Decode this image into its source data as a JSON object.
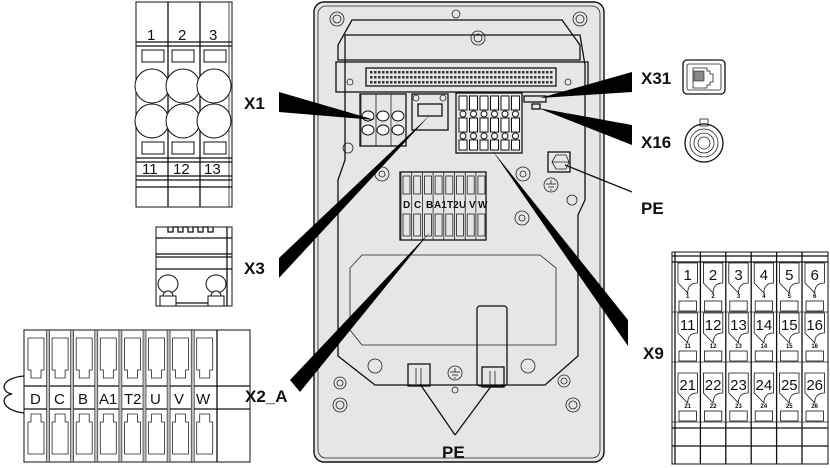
{
  "diagram": {
    "labels": {
      "x1": "X1",
      "x3": "X3",
      "x2a": "X2_A",
      "x31": "X31",
      "x16": "X16",
      "pe_right": "PE",
      "x9": "X9",
      "pe_bottom": "PE"
    },
    "x1_terminal": {
      "top_numbers": [
        "1",
        "2",
        "3"
      ],
      "bottom_numbers": [
        "11",
        "12",
        "13"
      ]
    },
    "x2a_terminal": {
      "pins": [
        "D",
        "C",
        "B",
        "A1",
        "T2",
        "U",
        "V",
        "W"
      ]
    },
    "x9_terminal": {
      "rows": [
        [
          "1",
          "2",
          "3",
          "4",
          "5",
          "6"
        ],
        [
          "11",
          "12",
          "13",
          "14",
          "15",
          "16"
        ],
        [
          "21",
          "22",
          "23",
          "24",
          "25",
          "26"
        ]
      ]
    },
    "device_inner_terminal": {
      "pins": [
        "D",
        "C",
        "B",
        "A1",
        "T2",
        "U",
        "V",
        "W"
      ]
    },
    "icons": {
      "x31": "rj-jack-icon",
      "x16": "round-connector-icon",
      "earth": "ground-symbol-icon"
    }
  }
}
